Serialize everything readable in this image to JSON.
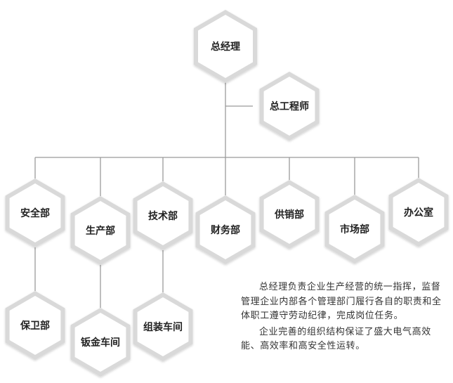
{
  "org": {
    "top": "总经理",
    "chief_engineer": "总工程师",
    "departments": [
      "安全部",
      "生产部",
      "技术部",
      "财务部",
      "供销部",
      "市场部",
      "办公室"
    ],
    "subunits": {
      "safety": "保卫部",
      "production": "钣金车间",
      "technical": "组装车间"
    }
  },
  "description": {
    "paragraph1": "总经理负责企业生产经营的统一指挥，监督管理企业内部各个管理部门履行各自的职责和全体职工遵守劳动纪律，完成岗位任务。",
    "paragraph2": "企业完善的组织结构保证了盛大电气高效能、高效率和高安全性运转。"
  },
  "colors": {
    "hex_fill": "#ffffff",
    "hex_ring": "#d9d9d9",
    "line": "#9a9a9a",
    "text": "#222222"
  }
}
